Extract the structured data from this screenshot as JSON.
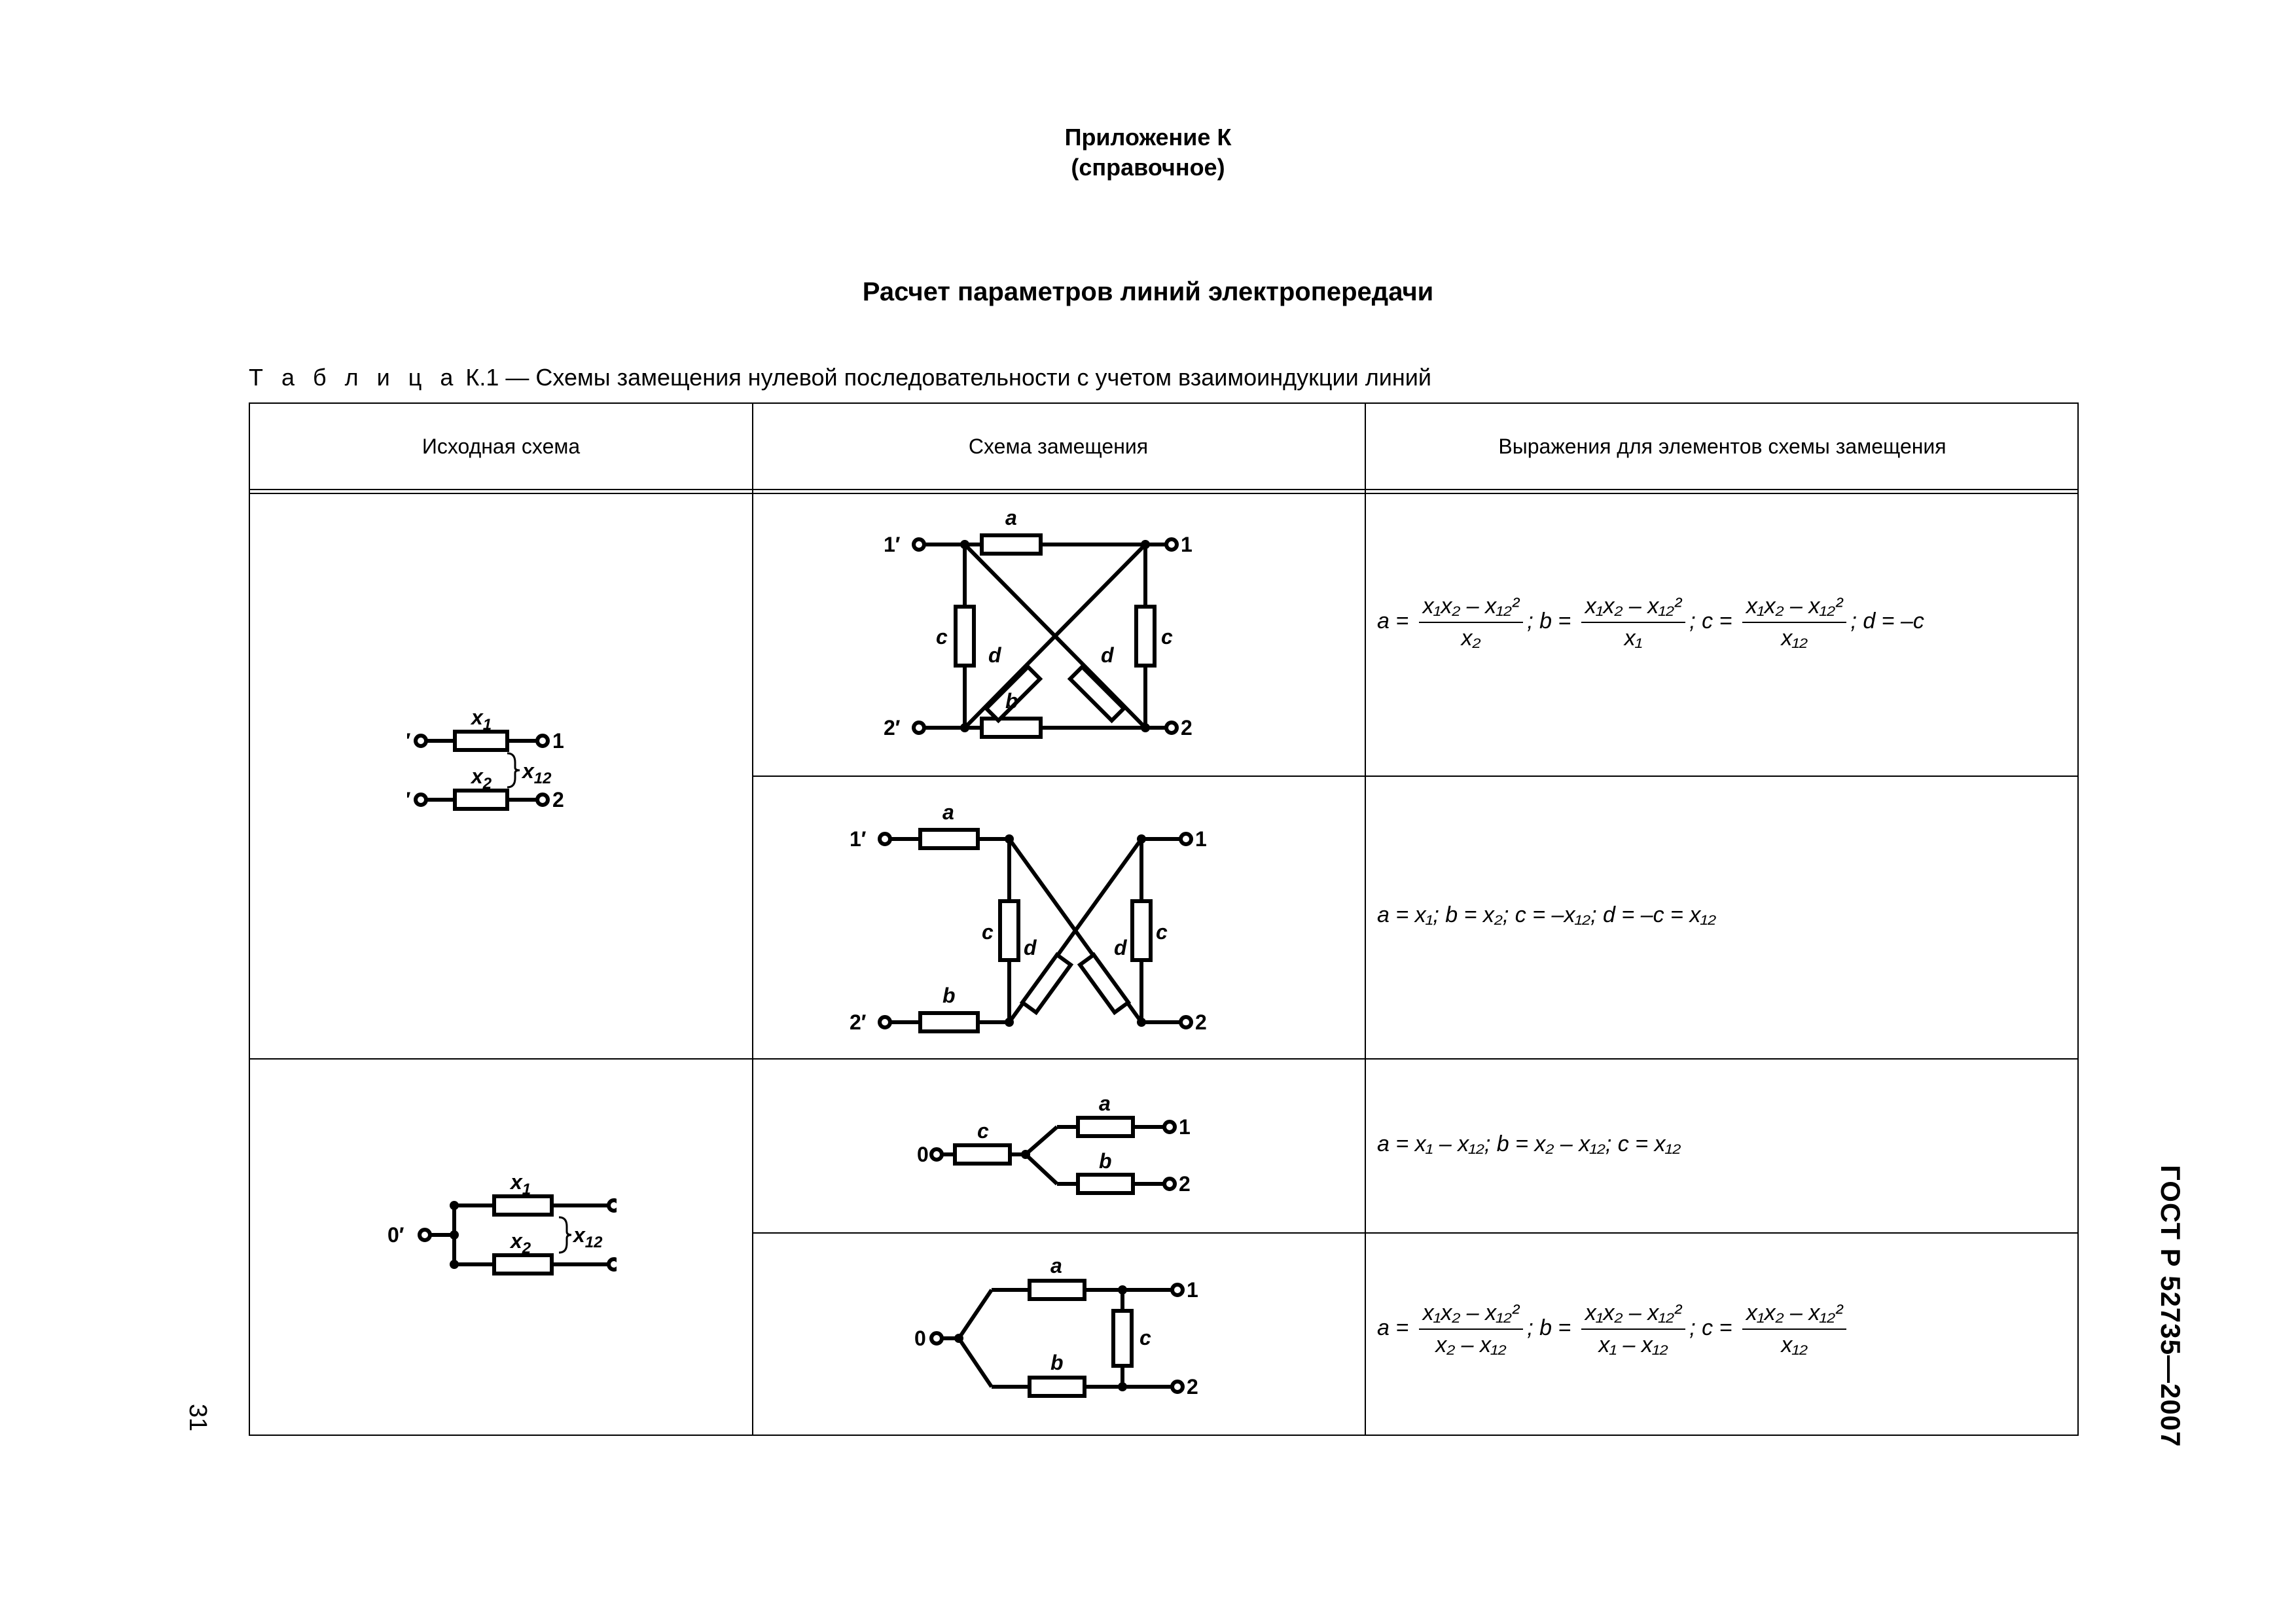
{
  "header": {
    "appendix_title": "Приложение К",
    "appendix_subtitle": "(справочное)",
    "section_title": "Расчет параметров линий электропередачи",
    "table_caption_prefix": "Т а б л и ц а",
    "table_caption_text": "К.1 — Схемы замещения нулевой последовательности с учетом взаимоиндукции линий"
  },
  "side": {
    "gost_code": "ГОСТ Р 52735—2007",
    "page_number": "31"
  },
  "table": {
    "columns": [
      "Исходная схема",
      "Схема замещения",
      "Выражения для элементов схемы замещения"
    ]
  },
  "labels": {
    "t1p": "1′",
    "t2p": "2′",
    "t0p": "0′",
    "t0": "0",
    "t1": "1",
    "t2": "2",
    "a": "a",
    "b": "b",
    "c": "c",
    "d": "d",
    "x1": "x",
    "x2": "x",
    "x12": "x",
    "s1": "1",
    "s2": "2",
    "s12": "12"
  },
  "expressions": {
    "r1_a": "a =",
    "r1_b": "; b =",
    "r1_c": "; c =",
    "r1_d": "; d = –c",
    "num": "x₁x₂ – x₁₂²",
    "den_x2": "x₂",
    "den_x1": "x₁",
    "den_x12": "x₁₂",
    "r2": "a = x₁; b = x₂; c = –x₁₂; d = –c = x₁₂",
    "r3": "a = x₁ – x₁₂; b = x₂ – x₁₂; c = x₁₂",
    "r4_a": "a =",
    "r4_b": "; b =",
    "r4_c": "; c =",
    "den_x2m": "x₂ – x₁₂",
    "den_x1m": "x₁ – x₁₂"
  }
}
